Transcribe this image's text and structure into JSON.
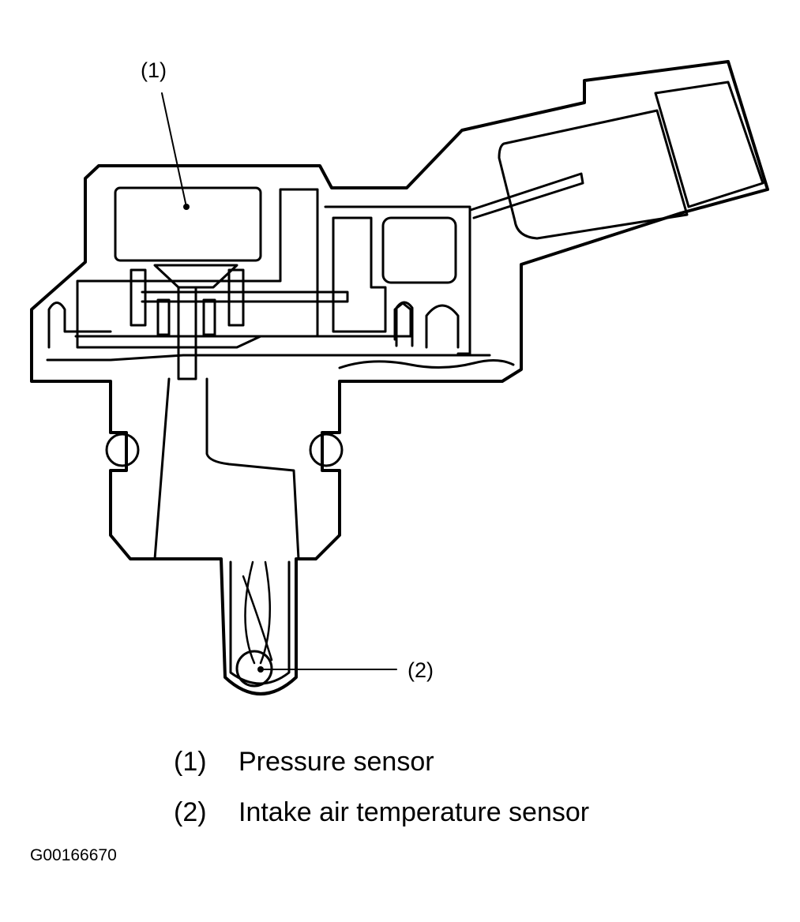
{
  "callouts": [
    {
      "label": "(1)"
    },
    {
      "label": "(2)"
    }
  ],
  "legend": [
    {
      "number": "(1)",
      "label": "Pressure sensor"
    },
    {
      "number": "(2)",
      "label": "Intake air temperature sensor"
    }
  ],
  "figure_id": "G00166670"
}
